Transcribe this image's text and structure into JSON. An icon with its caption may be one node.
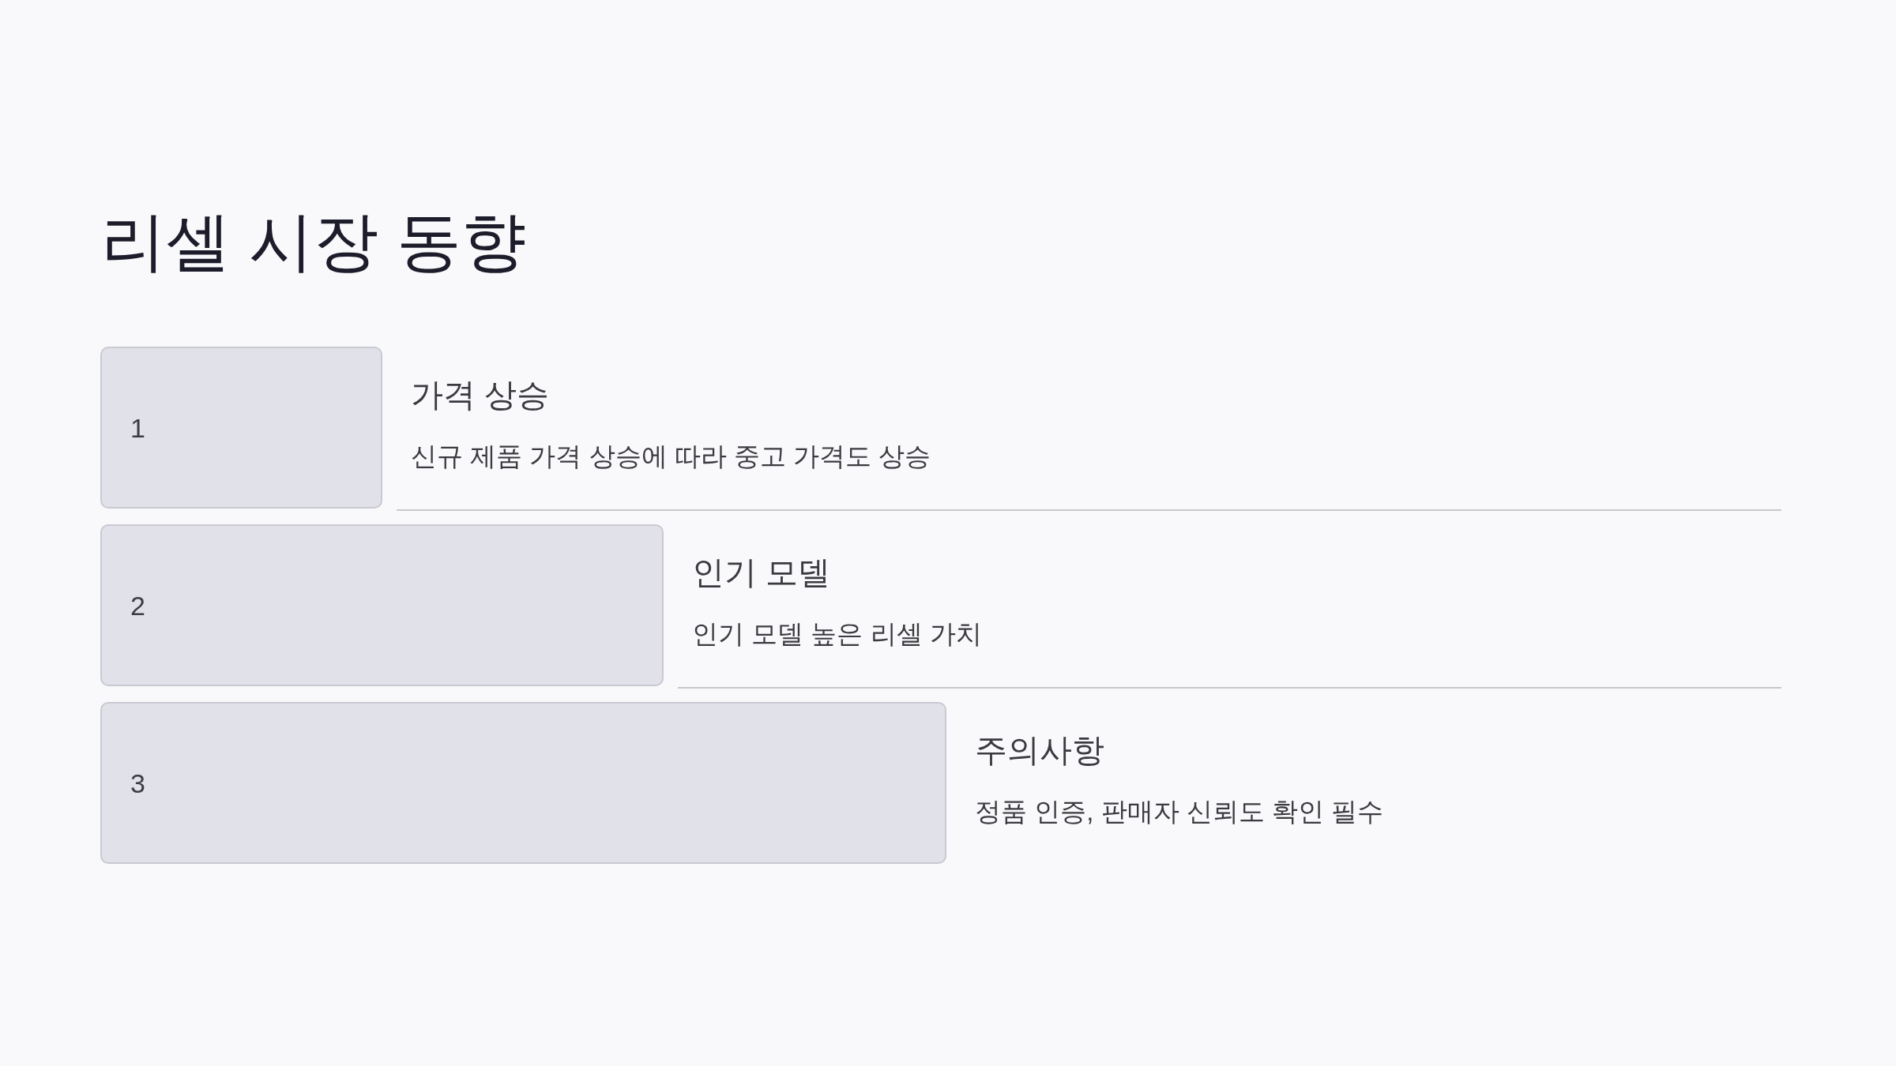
{
  "diagram": {
    "title": "리셀 시장 동향",
    "nodes": [
      {
        "text": [
          "1"
        ],
        "beside": [
          "가격 상승",
          "신규 제품 가격 상승에 따라 중고 가격도 상승"
        ]
      },
      {
        "text": [
          "2"
        ],
        "beside": [
          "인기 모델",
          "인기 모델 높은 리셀 가치"
        ]
      },
      {
        "text": [
          "3"
        ],
        "beside": [
          "주의사항",
          "정품 인증, 판매자 신뢰도 확인 필수"
        ]
      }
    ]
  }
}
